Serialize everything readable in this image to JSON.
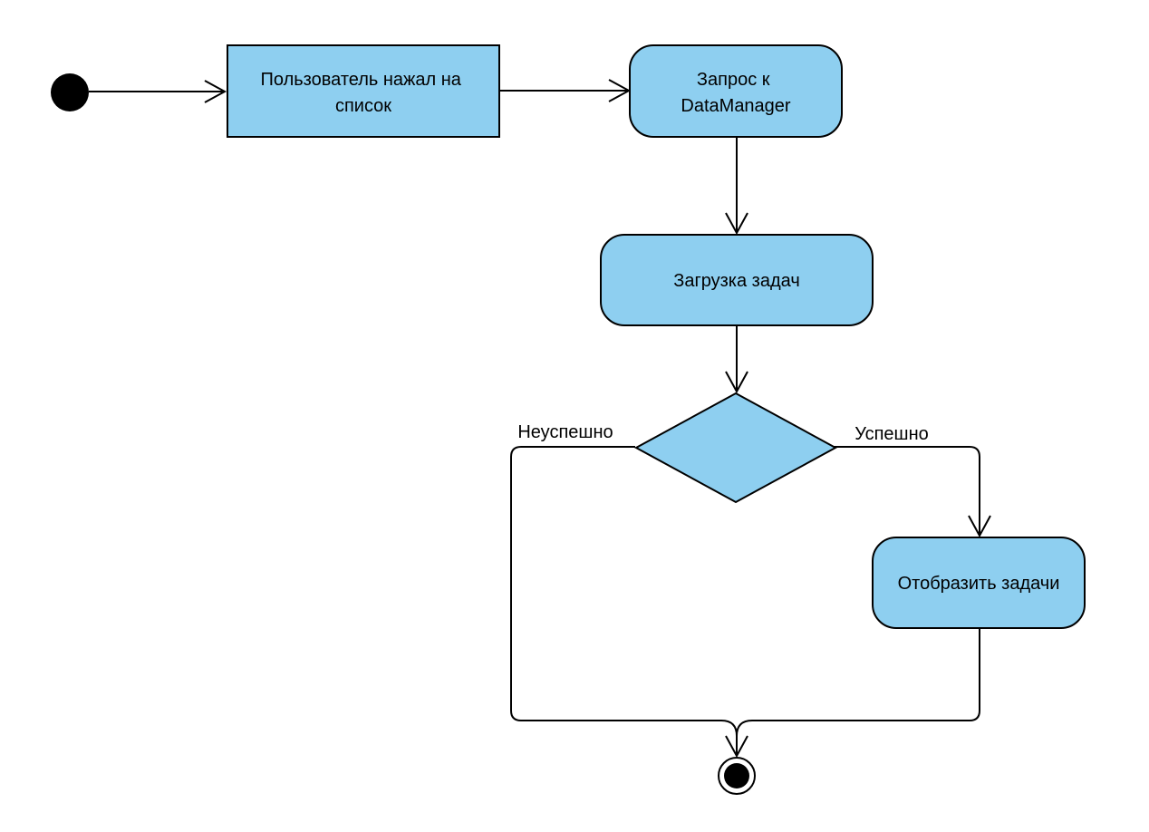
{
  "diagram": {
    "nodes": {
      "user_clicked": {
        "lines": [
          "Пользователь нажал на",
          "список"
        ]
      },
      "request": {
        "lines": [
          "Запрос к",
          "DataManager"
        ]
      },
      "loading": {
        "lines": [
          "Загрузка задач"
        ]
      },
      "display": {
        "lines": [
          "Отобразить задачи"
        ]
      }
    },
    "branches": {
      "fail": "Неуспешно",
      "success": "Успешно"
    }
  },
  "colors": {
    "fill": "#8ECFF0",
    "stroke": "#000000",
    "background": "#FFFFFF"
  }
}
